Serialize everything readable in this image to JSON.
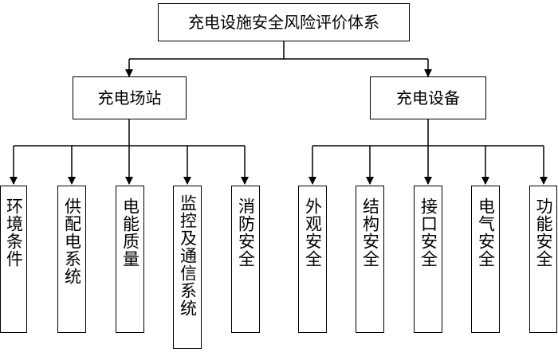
{
  "root": {
    "label": "充电设施安全风险评价体系"
  },
  "categories": [
    {
      "label": "充电场站",
      "items": [
        "环境条件",
        "供配电系统",
        "电能质量",
        "监控及通信系统",
        "消防安全"
      ]
    },
    {
      "label": "充电设备",
      "items": [
        "外观安全",
        "结构安全",
        "接口安全",
        "电气安全",
        "功能安全"
      ]
    }
  ]
}
